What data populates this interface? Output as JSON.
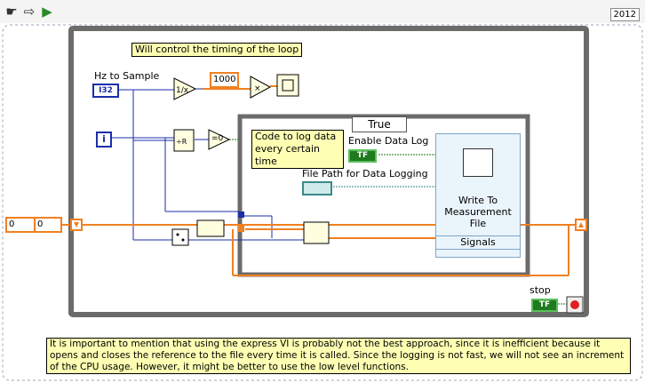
{
  "toolbar": {
    "tools": [
      {
        "icon": "hand-icon",
        "glyph": "☛"
      },
      {
        "icon": "run-arrow-icon",
        "glyph": "⇨"
      },
      {
        "icon": "run-continuously-icon",
        "glyph": "▶"
      }
    ],
    "version": "2012"
  },
  "diagram": {
    "timing_comment": "Will control the timing of the loop",
    "hz_label": "Hz to Sample",
    "hz_type": "I32",
    "multiplier_constant": "1000",
    "iteration_terminal": "i",
    "equal_zero": "=0",
    "shift_initial_outer": "0",
    "shift_initial_inner": "0",
    "case_selector": "True",
    "log_comment": "Code to log data every certain time",
    "enable_label": "Enable Data Log",
    "enable_type": "TF",
    "filepath_label": "File Path for Data Logging",
    "express_vi": {
      "title": "Write To Measurement File",
      "input": "Signals"
    },
    "stop_label": "stop",
    "stop_type": "TF",
    "note": "It is important to mention that using the express VI is probably not the best approach, since it is inefficient because it opens and closes the reference to the file every time it is called. Since the logging is not fast, we will not see an increment of the CPU usage. However, it might be better to use the low level functions.",
    "colors": {
      "structure": "#6b6b6b",
      "wire_numeric": "#f08020",
      "wire_integer": "#1a2faa",
      "wire_boolean": "#1e7a1e",
      "comment_bg": "#ffffb4"
    }
  }
}
